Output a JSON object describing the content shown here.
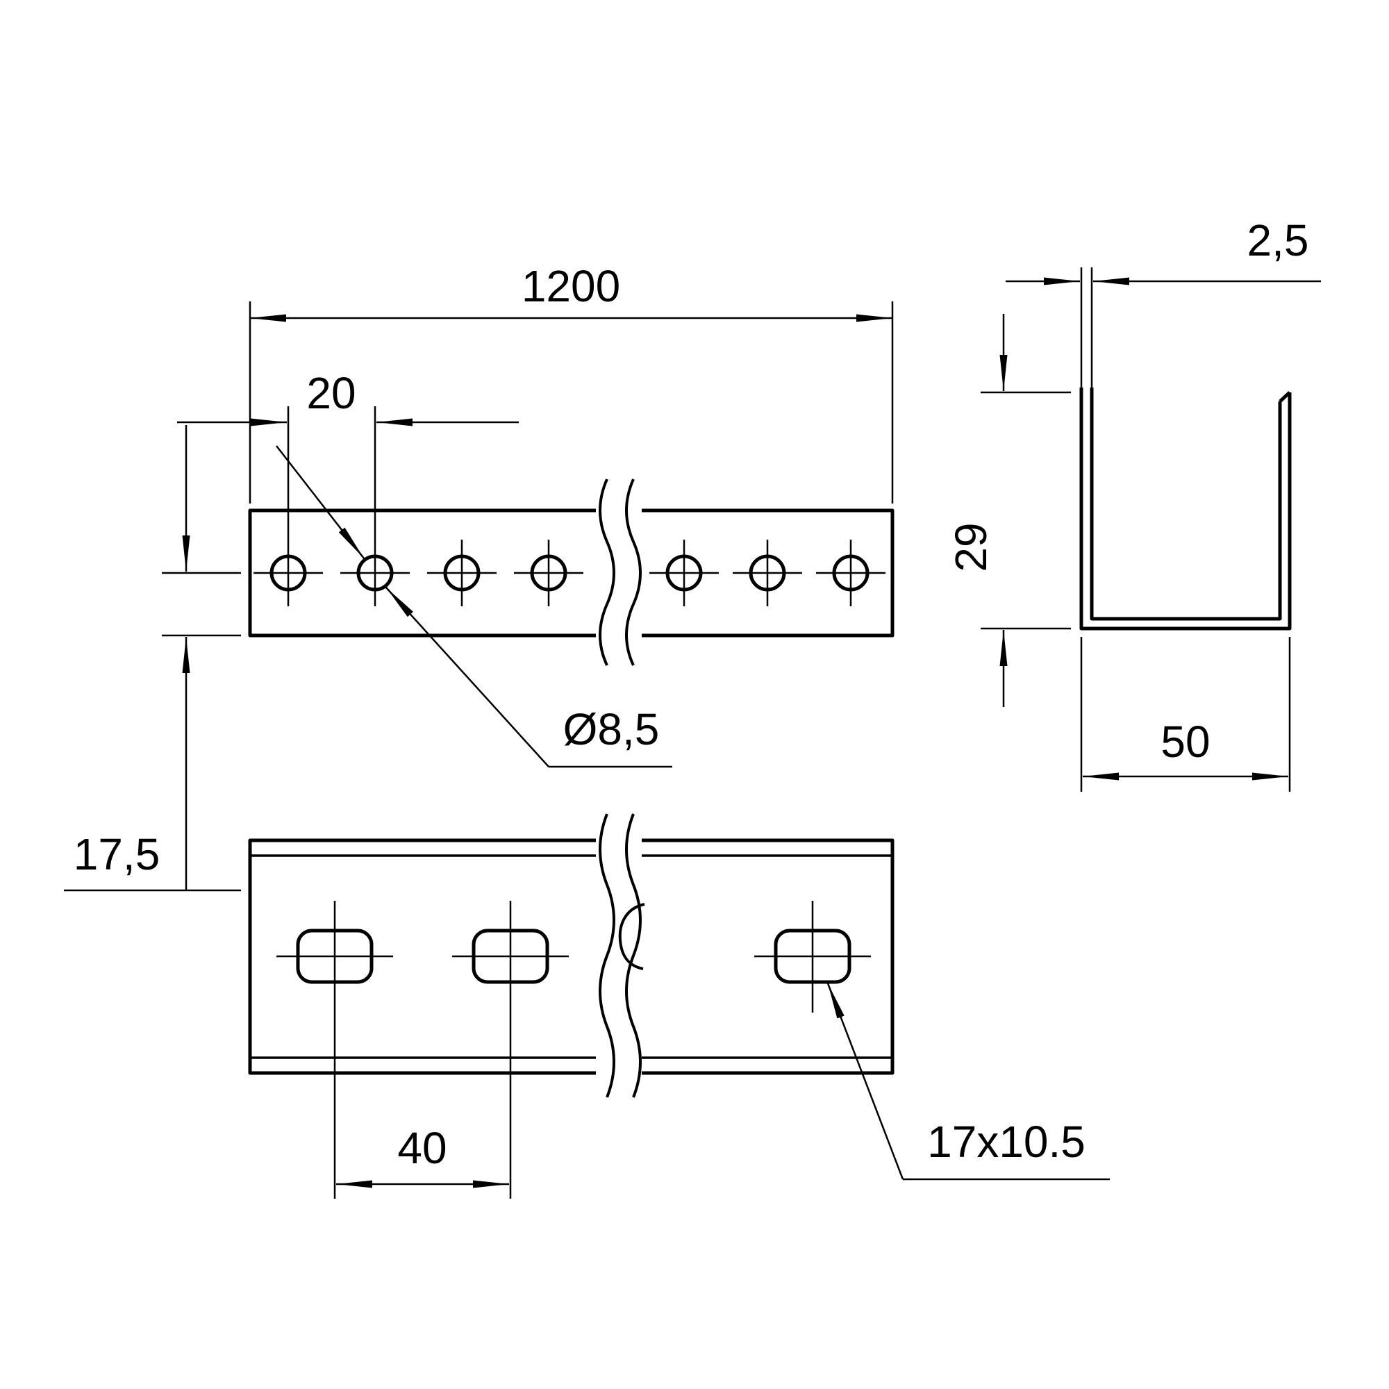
{
  "drawing": {
    "type": "Technical dimension drawing",
    "subject": "Perforated U-profile mounting rail shown in side view, cross-section and top view",
    "background_color": "#ffffff",
    "line_color": "#000000"
  },
  "dimensions": {
    "overall_length": "1200",
    "hole_pitch": "20",
    "center_to_edge": "17,5",
    "hole_diameter": "Ø8,5",
    "wall_thickness": "2,5",
    "profile_height": "29",
    "profile_width": "50",
    "slot_pitch": "40",
    "slot_size": "17x10.5"
  },
  "views": {
    "side_view": {
      "name": "side view with round holes",
      "round_holes_visible": 7
    },
    "section_view": {
      "name": "U-profile cross-section"
    },
    "top_view": {
      "name": "top view with slotted holes",
      "slots_visible": 3
    }
  }
}
